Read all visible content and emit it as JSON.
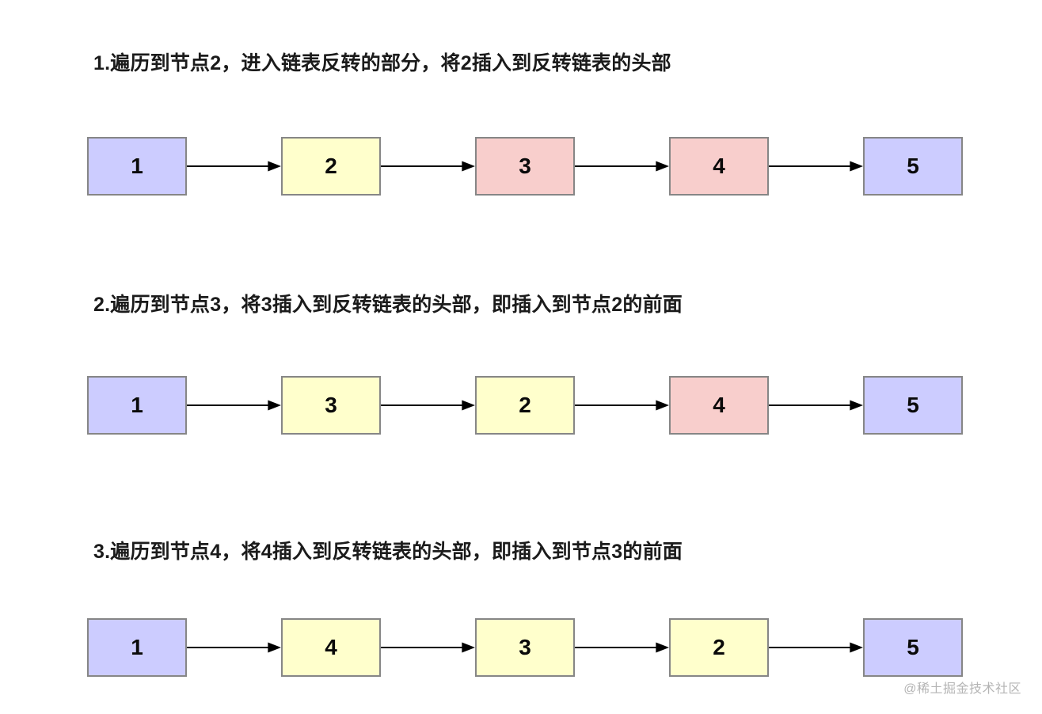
{
  "page": {
    "background": "#ffffff",
    "watermark": "@稀土掘金技术社区"
  },
  "palette": {
    "purple": "#ccccff",
    "yellow": "#ffffcc",
    "pink": "#f8cecc",
    "node_border": "#868686",
    "arrow": "#000000",
    "text": "#1b1b1b",
    "watermark": "#b4b4b4"
  },
  "steps": [
    {
      "title": "1.遍历到节点2，进入链表反转的部分，将2插入到反转链表的头部",
      "nodes": [
        {
          "value": "1",
          "color": "purple"
        },
        {
          "value": "2",
          "color": "yellow"
        },
        {
          "value": "3",
          "color": "pink"
        },
        {
          "value": "4",
          "color": "pink"
        },
        {
          "value": "5",
          "color": "purple"
        }
      ]
    },
    {
      "title": "2.遍历到节点3，将3插入到反转链表的头部，即插入到节点2的前面",
      "nodes": [
        {
          "value": "1",
          "color": "purple"
        },
        {
          "value": "3",
          "color": "yellow"
        },
        {
          "value": "2",
          "color": "yellow"
        },
        {
          "value": "4",
          "color": "pink"
        },
        {
          "value": "5",
          "color": "purple"
        }
      ]
    },
    {
      "title": "3.遍历到节点4，将4插入到反转链表的头部，即插入到节点3的前面",
      "nodes": [
        {
          "value": "1",
          "color": "purple"
        },
        {
          "value": "4",
          "color": "yellow"
        },
        {
          "value": "3",
          "color": "yellow"
        },
        {
          "value": "2",
          "color": "yellow"
        },
        {
          "value": "5",
          "color": "purple"
        }
      ]
    }
  ]
}
